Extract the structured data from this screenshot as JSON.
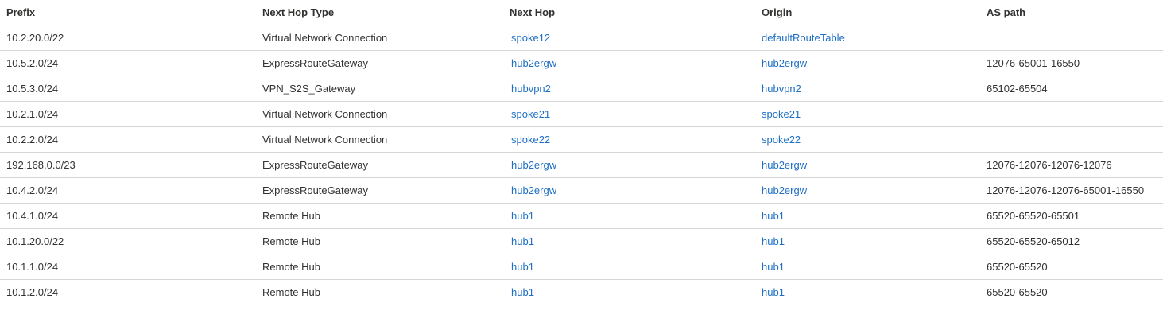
{
  "table": {
    "columns": [
      {
        "key": "prefix",
        "label": "Prefix"
      },
      {
        "key": "next_hop_type",
        "label": "Next Hop Type"
      },
      {
        "key": "next_hop",
        "label": "Next Hop"
      },
      {
        "key": "origin",
        "label": "Origin"
      },
      {
        "key": "as_path",
        "label": "AS path"
      }
    ],
    "link_color": "#1f6fc4",
    "text_color": "#323130",
    "row_border_color": "#d6d6d6",
    "header_border_color": "#e8e8e8",
    "background": "#ffffff",
    "rows": [
      {
        "prefix": "10.2.20.0/22",
        "next_hop_type": "Virtual Network Connection",
        "next_hop": "spoke12",
        "origin": "defaultRouteTable",
        "as_path": ""
      },
      {
        "prefix": "10.5.2.0/24",
        "next_hop_type": "ExpressRouteGateway",
        "next_hop": "hub2ergw",
        "origin": "hub2ergw",
        "as_path": "12076-65001-16550"
      },
      {
        "prefix": "10.5.3.0/24",
        "next_hop_type": "VPN_S2S_Gateway",
        "next_hop": "hubvpn2",
        "origin": "hubvpn2",
        "as_path": "65102-65504"
      },
      {
        "prefix": "10.2.1.0/24",
        "next_hop_type": "Virtual Network Connection",
        "next_hop": "spoke21",
        "origin": "spoke21",
        "as_path": ""
      },
      {
        "prefix": "10.2.2.0/24",
        "next_hop_type": "Virtual Network Connection",
        "next_hop": "spoke22",
        "origin": "spoke22",
        "as_path": ""
      },
      {
        "prefix": "192.168.0.0/23",
        "next_hop_type": "ExpressRouteGateway",
        "next_hop": "hub2ergw",
        "origin": "hub2ergw",
        "as_path": "12076-12076-12076-12076"
      },
      {
        "prefix": "10.4.2.0/24",
        "next_hop_type": "ExpressRouteGateway",
        "next_hop": "hub2ergw",
        "origin": "hub2ergw",
        "as_path": "12076-12076-12076-65001-16550"
      },
      {
        "prefix": "10.4.1.0/24",
        "next_hop_type": "Remote Hub",
        "next_hop": "hub1",
        "origin": "hub1",
        "as_path": "65520-65520-65501"
      },
      {
        "prefix": "10.1.20.0/22",
        "next_hop_type": "Remote Hub",
        "next_hop": "hub1",
        "origin": "hub1",
        "as_path": "65520-65520-65012"
      },
      {
        "prefix": "10.1.1.0/24",
        "next_hop_type": "Remote Hub",
        "next_hop": "hub1",
        "origin": "hub1",
        "as_path": "65520-65520"
      },
      {
        "prefix": "10.1.2.0/24",
        "next_hop_type": "Remote Hub",
        "next_hop": "hub1",
        "origin": "hub1",
        "as_path": "65520-65520"
      }
    ]
  }
}
